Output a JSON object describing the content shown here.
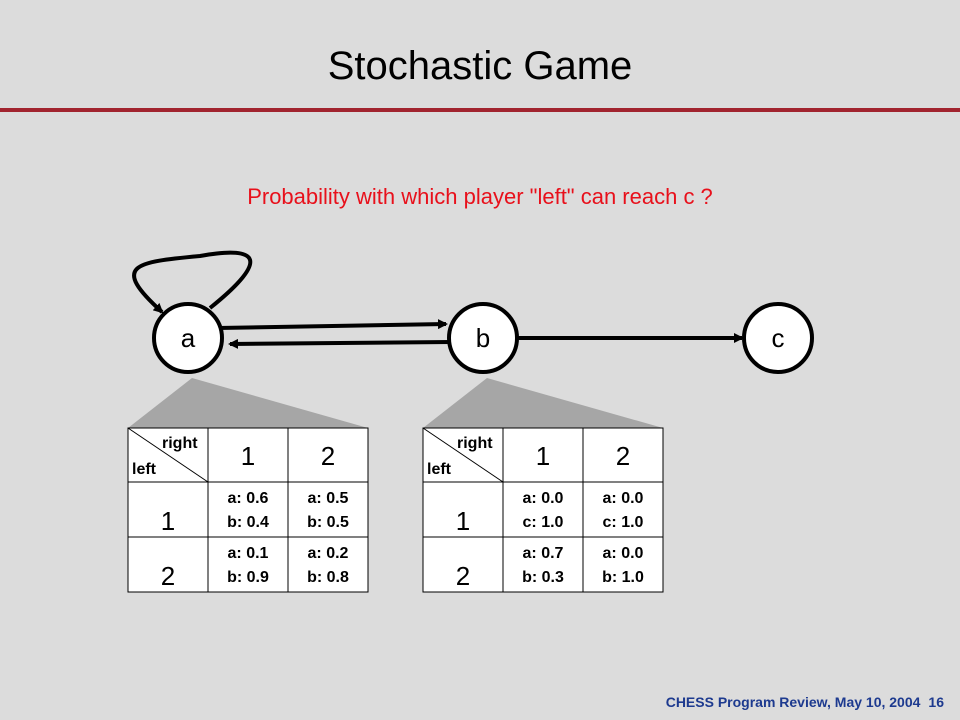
{
  "title": "Stochastic Game",
  "question": "Probability with which player \"left\" can reach c ?",
  "footer": {
    "text": "CHESS Program Review, May 10, 2004",
    "page": "16"
  },
  "colors": {
    "accent_rule": "#a1242f",
    "question": "#e8101b",
    "footer": "#1d3a8f",
    "callout": "#a6a6a6"
  },
  "nodes": {
    "a": "a",
    "b": "b",
    "c": "c"
  },
  "tables": [
    {
      "corner_top": "right",
      "corner_bottom": "left",
      "cols": [
        "1",
        "2"
      ],
      "rows": [
        "1",
        "2"
      ],
      "cells": [
        [
          [
            "a: 0.6",
            "b: 0.4"
          ],
          [
            "a: 0.5",
            "b: 0.5"
          ]
        ],
        [
          [
            "a: 0.1",
            "b: 0.9"
          ],
          [
            "a: 0.2",
            "b: 0.8"
          ]
        ]
      ]
    },
    {
      "corner_top": "right",
      "corner_bottom": "left",
      "cols": [
        "1",
        "2"
      ],
      "rows": [
        "1",
        "2"
      ],
      "cells": [
        [
          [
            "a: 0.0",
            "c: 1.0"
          ],
          [
            "a: 0.0",
            "c: 1.0"
          ]
        ],
        [
          [
            "a: 0.7",
            "b: 0.3"
          ],
          [
            "a: 0.0",
            "b: 1.0"
          ]
        ]
      ]
    }
  ]
}
